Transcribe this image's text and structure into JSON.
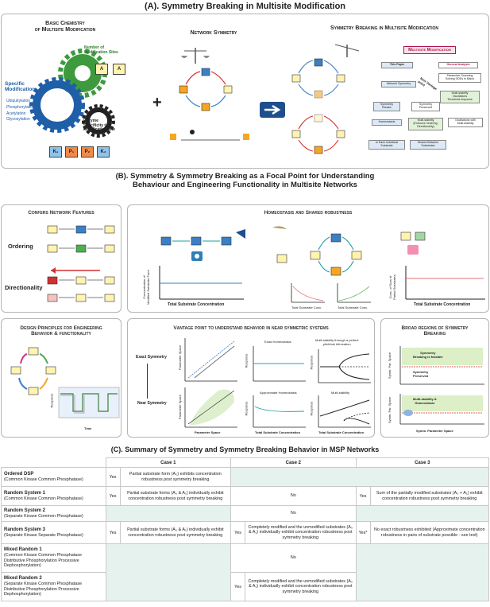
{
  "section_a": {
    "title": "(A). Symmetry Breaking in Multisite Modification",
    "panel1_title_1": "Basic Chemistry",
    "panel1_title_2": "of Multisite Modification",
    "number_sites": "Number of\nModification Sites",
    "specific_mod": "Specific\nModification",
    "mods": [
      "Ubiquitylation",
      "Phosphorylation",
      "Acetylation",
      "Glycosylation"
    ],
    "enzyme_spec": "Enzyme\nSpecificity to\nModification Site",
    "site_A": "A",
    "k_labels": [
      "K₁",
      "P₁",
      "P₂",
      "K₂"
    ],
    "panel2_title": "Network Symmetry",
    "panel3_title": "Symmetry Breaking in Multisite Modification",
    "plus": "+",
    "flow": {
      "header": "Multisite Modification",
      "this_paper": "This Paper",
      "general": "General Analysis",
      "param": "Parameter Scanning\nSolving ODEs in Batch",
      "multi_osc": "Multi-stability\nOscillations\nThreshold response",
      "net_sym": "Network Symmetry",
      "new_vantage": "New Vantage\npoint",
      "sym_breaks": "Symmetry\nBreaks",
      "sym_preserved": "Symmetry\nPreserved",
      "homeostasis": "Homeostasis",
      "multi_enforce": "Multi-stability\n(Enforces Ordering,\nDirectionality)",
      "osc_multi": "Oscillations with\nMulti-stability",
      "each_sub": "In Each Individual\nSubstrate",
      "shared_sub": "Shared Between\nSubstrates"
    }
  },
  "section_b": {
    "title_line1": "(B). Symmetry & Symmetry Breaking as a Focal Point for Understanding",
    "title_line2": "Behaviour and Engineering Functionality in Multisite Networks",
    "confers_title": "Confers Network Features",
    "ordering": "Ordering",
    "directionality": "Directionality",
    "homeo_title": "Homeostasis and Shared robustness",
    "homeo_xlabel": "Total Substrate Concentration",
    "homeo_ylabel": "Concentration of\nModified Substrate Form",
    "homeo_ylabel3": "Conc. of Sum of\nPartial Substrates",
    "small_x": "Total Substrate Conc.",
    "design_title": "Design Principles for Engineering\nBehavior & functionality",
    "response": "Response",
    "time": "Time",
    "vantage_title": "Vantage point to understand behavior in near symmetric systems",
    "exact_sym": "Exact Symmetry",
    "near_sym": "Near Symmetry",
    "param_space": "Parameter Space",
    "exact_homeo": "Exact homeostasis",
    "approx_homeo": "Approximate Homeostasis",
    "multistab_perfect": "Multi-stability through a perfect\npitchfork bifurcation",
    "multistab": "Multi-stability",
    "total_sub": "Total Substrate Concentration",
    "broad_title": "Broad regions of Symmetry\nBreaking",
    "sym_feasible": "Symmetry\nBreaking is feasible",
    "sym_preserved": "Symmetry\nPreserved",
    "multi_homeo": "Multi-stability &\nHomeostasis",
    "symm_param": "Symm. Parameter Space",
    "symm_par": "Symm. Par. Space"
  },
  "section_c": {
    "title": "(C). Summary of Symmetry and Symmetry Breaking Behavior in MSP Networks",
    "headers": [
      "Case 1",
      "Case 2",
      "Case 3"
    ],
    "rows": [
      {
        "name": "Ordered DSP",
        "sub": "(Common Kinase Common Phosphatase)",
        "c1y": "Yes",
        "c1": "Partial substrate form (A₀) exhibits concentration robustness post symmetry breaking",
        "c2y": "",
        "c2": "",
        "c3y": "",
        "c3": ""
      },
      {
        "name": "Random System 1",
        "sub": "(Common Kinase Common Phosphatase)",
        "c1y": "Yes",
        "c1": "Partial substrate forms (A₀ & A₁) individually exhibit concentration robustness post symmetry breaking",
        "c2y": "",
        "c2": "No",
        "c3y": "Yes",
        "c3": "Sum of the partially modified substrates (A₀ + A₁) exhibit concentration robustness post symmetry breaking"
      },
      {
        "name": "Random System 2",
        "sub": "(Separate Kinase Common Phosphatase)",
        "c1y": "",
        "c1": "",
        "c2y": "",
        "c2": "No",
        "c3y": "",
        "c3": ""
      },
      {
        "name": "Random System 3",
        "sub": "(Separate Kinase Separate Phosphatase)",
        "c1y": "Yes",
        "c1": "Partial substrate forms (A₀ & A₁) individually exhibit concentration robustness post symmetry breaking",
        "c2y": "Yes",
        "c2": "Completely modified and the unmodified substrates (A₀ & A₁) individually exhibit concentration robustness post symmetry breaking",
        "c3y": "Yes*",
        "c3": "No exact robustness exhibited (Approximate concentration robustness in pairs of substrate possible - see text)"
      },
      {
        "name": "Mixed Random 1",
        "sub": "(Common Kinase Common Phosphatase\nDistributive Phosphorylation Processive\nDephosphorylation)",
        "c1y": "",
        "c1": "",
        "c2y": "",
        "c2": "No",
        "c3y": "",
        "c3": ""
      },
      {
        "name": "Mixed Random 2",
        "sub": "(Separate Kinase Common Phosphatase\nDistributive Phosphorylation Processive\nDephosphorylation)",
        "c1y": "",
        "c1": "",
        "c2y": "Yes",
        "c2": "Completely modified and the unmodified substrates (A₀ & A₁) individually exhibit concentration robustness post symmetry breaking",
        "c3y": "",
        "c3": ""
      }
    ]
  },
  "colors": {
    "blue": "#3b7fc4",
    "green": "#4caf50",
    "red": "#d32f2f",
    "orange": "#f5a623",
    "yellow": "#fff3b0",
    "shade": "#e6f2ee"
  }
}
